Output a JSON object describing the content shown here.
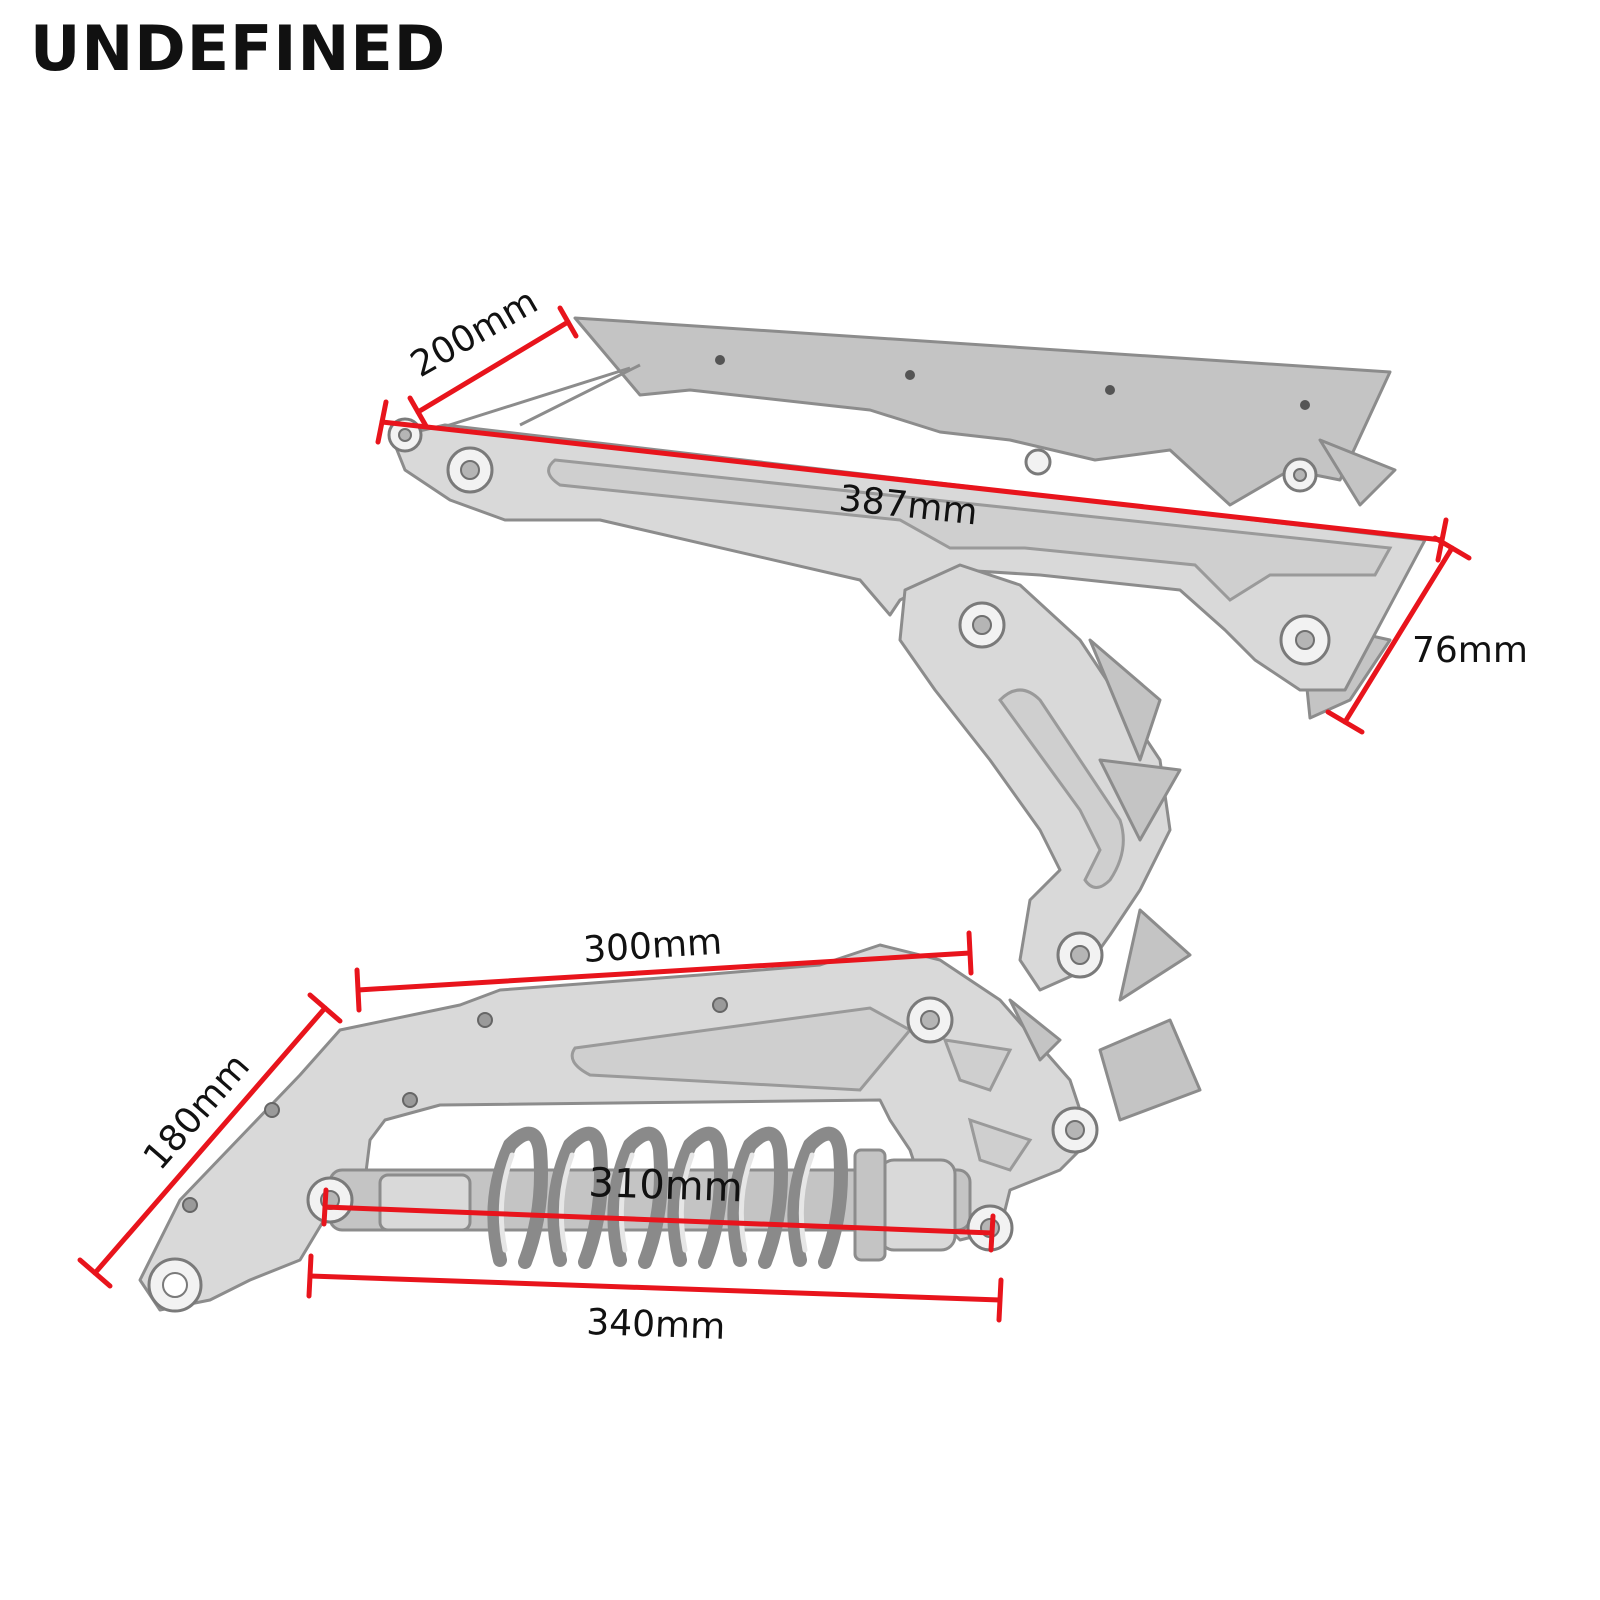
{
  "brand": {
    "text": "UNDEFINED"
  },
  "dimensions": [
    {
      "id": "dim-200",
      "label": "200mm"
    },
    {
      "id": "dim-387",
      "label": "387mm"
    },
    {
      "id": "dim-76",
      "label": "76mm"
    },
    {
      "id": "dim-300",
      "label": "300mm"
    },
    {
      "id": "dim-180",
      "label": "180mm"
    },
    {
      "id": "dim-310",
      "label": "310mm"
    },
    {
      "id": "dim-340",
      "label": "340mm"
    }
  ],
  "colors": {
    "dimension_line": "#e8141c",
    "metal": "#d9d9d9",
    "outline": "#8c8c8c",
    "text": "#111111"
  }
}
